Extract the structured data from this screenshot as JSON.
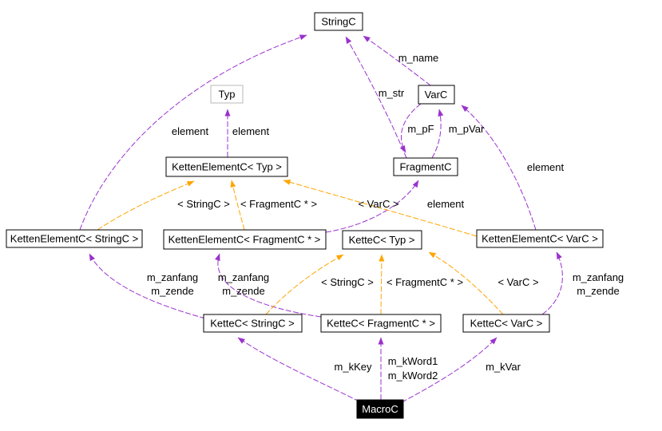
{
  "diagram": {
    "colors": {
      "usage_edge": "#9a32cd",
      "template_edge": "#ffa500",
      "node_border": "#000000",
      "node_fill": "#ffffff",
      "node_text": "#000000",
      "external_node_border": "#b8b8b8",
      "focus_node_fill": "#000000",
      "focus_node_text": "#ffffff"
    },
    "nodes": [
      {
        "label": "StringC"
      },
      {
        "label": "Typ",
        "style": "external"
      },
      {
        "label": "VarC"
      },
      {
        "label": "KettenElementC< Typ >"
      },
      {
        "label": "FragmentC"
      },
      {
        "label": "KettenElementC< StringC >"
      },
      {
        "label": "KettenElementC< FragmentC * >"
      },
      {
        "label": "KetteC< Typ >"
      },
      {
        "label": "KettenElementC< VarC >"
      },
      {
        "label": "KetteC< StringC >"
      },
      {
        "label": "KetteC< FragmentC * >"
      },
      {
        "label": "KetteC< VarC >"
      },
      {
        "label": "MacroC",
        "style": "focus"
      }
    ],
    "edges": [
      {
        "from": "KettenElementC< StringC >",
        "to": "StringC",
        "kind": "usage",
        "label": "element"
      },
      {
        "from": "KettenElementC< Typ >",
        "to": "Typ",
        "kind": "usage",
        "label": "element"
      },
      {
        "from": "FragmentC",
        "to": "StringC",
        "kind": "usage",
        "label": "m_str"
      },
      {
        "from": "VarC",
        "to": "StringC",
        "kind": "usage",
        "label": "m_name"
      },
      {
        "from": "VarC",
        "to": "FragmentC",
        "kind": "usage",
        "label": "m_pF"
      },
      {
        "from": "FragmentC",
        "to": "VarC",
        "kind": "usage",
        "label": "m_pVar"
      },
      {
        "from": "KettenElementC< VarC >",
        "to": "VarC",
        "kind": "usage",
        "label": "element"
      },
      {
        "from": "KettenElementC< FragmentC * >",
        "to": "FragmentC",
        "kind": "usage",
        "label": "element"
      },
      {
        "from": "KetteC< StringC >",
        "to": "KettenElementC< StringC >",
        "kind": "usage",
        "label": "m_zanfang",
        "label2": "m_zende"
      },
      {
        "from": "KetteC< FragmentC * >",
        "to": "KettenElementC< FragmentC * >",
        "kind": "usage",
        "label": "m_zanfang",
        "label2": "m_zende"
      },
      {
        "from": "KetteC< VarC >",
        "to": "KettenElementC< VarC >",
        "kind": "usage",
        "label": "m_zanfang",
        "label2": "m_zende"
      },
      {
        "from": "MacroC",
        "to": "KetteC< StringC >",
        "kind": "usage",
        "label": "m_kKey"
      },
      {
        "from": "MacroC",
        "to": "KetteC< FragmentC * >",
        "kind": "usage",
        "label": "m_kWord1",
        "label2": "m_kWord2"
      },
      {
        "from": "MacroC",
        "to": "KetteC< VarC >",
        "kind": "usage",
        "label": "m_kVar"
      },
      {
        "from": "KettenElementC< StringC >",
        "to": "KettenElementC< Typ >",
        "kind": "template",
        "label": "< StringC >"
      },
      {
        "from": "KettenElementC< FragmentC * >",
        "to": "KettenElementC< Typ >",
        "kind": "template",
        "label": "< FragmentC * >"
      },
      {
        "from": "KettenElementC< VarC >",
        "to": "KettenElementC< Typ >",
        "kind": "template",
        "label": "< VarC >"
      },
      {
        "from": "KetteC< StringC >",
        "to": "KetteC< Typ >",
        "kind": "template",
        "label": "< StringC >"
      },
      {
        "from": "KetteC< FragmentC * >",
        "to": "KetteC< Typ >",
        "kind": "template",
        "label": "< FragmentC * >"
      },
      {
        "from": "KetteC< VarC >",
        "to": "KetteC< Typ >",
        "kind": "template",
        "label": "< VarC >"
      }
    ]
  }
}
